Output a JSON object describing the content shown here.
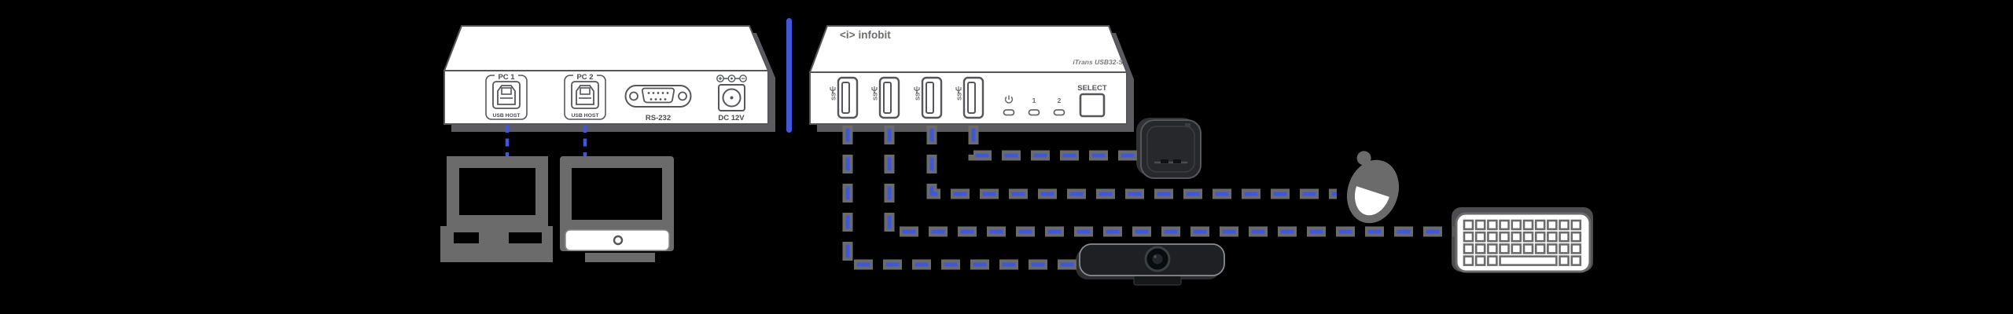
{
  "colors": {
    "accent_blue": "#4157d9",
    "cable_casing_gray": "#6b6b6b",
    "device_gray": "#6b6b6b",
    "panel_white": "#ffffff",
    "outline_gray": "#55565a",
    "label_gray": "#4a4b4e",
    "background": "#000000"
  },
  "host_switch": {
    "ports": [
      {
        "label": "PC 1",
        "sublabel": "USB HOST"
      },
      {
        "label": "PC 2",
        "sublabel": "USB HOST"
      }
    ],
    "serial_label": "RS-232",
    "power_label": "DC 12V"
  },
  "usb_hub": {
    "brand_mark": "<i>",
    "brand": "infobit",
    "model": "iTrans USB32-S",
    "select_label": "SELECT",
    "channel_labels": [
      "1",
      "2"
    ],
    "usb_port_count": 4,
    "usb_port_icon": "ss-usb",
    "indicator_icons": [
      "power",
      "channel-1",
      "channel-2"
    ]
  },
  "devices": {
    "laptop": "laptop",
    "desktop": "desktop-monitor",
    "speakerphone": "speakerphone",
    "mouse": "mouse",
    "keyboard": "keyboard",
    "camera": "conference-camera"
  },
  "connections": [
    {
      "from": "host-switch PC 1",
      "to": "laptop",
      "style": "blue-dashed"
    },
    {
      "from": "host-switch PC 2",
      "to": "desktop",
      "style": "blue-dashed"
    },
    {
      "from": "usb-hub port 4",
      "to": "speakerphone",
      "style": "blue-dashed-gray-casing"
    },
    {
      "from": "usb-hub port 3",
      "to": "mouse",
      "style": "blue-dashed-gray-casing"
    },
    {
      "from": "usb-hub port 2",
      "to": "keyboard",
      "style": "blue-dashed-gray-casing"
    },
    {
      "from": "usb-hub port 1",
      "to": "camera",
      "style": "blue-dashed-gray-casing"
    }
  ]
}
